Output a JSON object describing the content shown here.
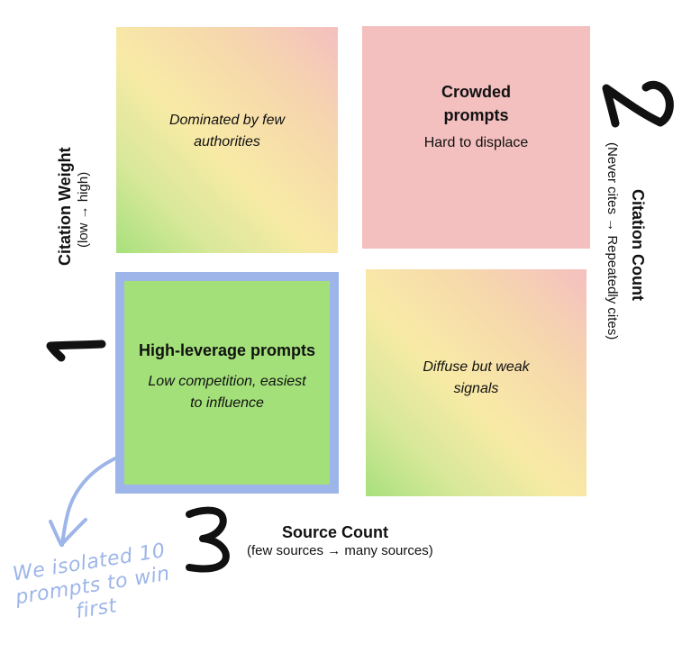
{
  "colors": {
    "gradient_green": "#a8e07c",
    "gradient_yellow": "#f8eaa6",
    "gradient_pink": "#f4c0c0",
    "crowded_fill": "#f4bfbf",
    "high_leverage_fill": "#a3e07a",
    "highlight_border": "#9db5e8",
    "annotation": "#9db5e8",
    "text": "#111111"
  },
  "quadrants": {
    "top_left": {
      "description": "Dominated by few authorities"
    },
    "top_right": {
      "title": "Crowded prompts",
      "subtitle": "Hard to displace"
    },
    "bottom_left": {
      "title": "High-leverage prompts",
      "description": "Low competition, easiest to influence",
      "highlighted": true
    },
    "bottom_right": {
      "description": "Diffuse but weak signals"
    }
  },
  "axes": {
    "left": {
      "number": "1",
      "title": "Citation Weight",
      "subtitle": "(low → high)"
    },
    "right": {
      "number": "2",
      "title": "Citation Count",
      "subtitle": "(Never cites → Repeatedly cites)"
    },
    "bottom": {
      "number": "3",
      "title": "Source Count",
      "subtitle": "(few sources → many sources)"
    }
  },
  "annotation": {
    "lines": [
      "We isolated 10",
      "prompts to win",
      "first"
    ],
    "icon": "curved-arrow-icon"
  }
}
